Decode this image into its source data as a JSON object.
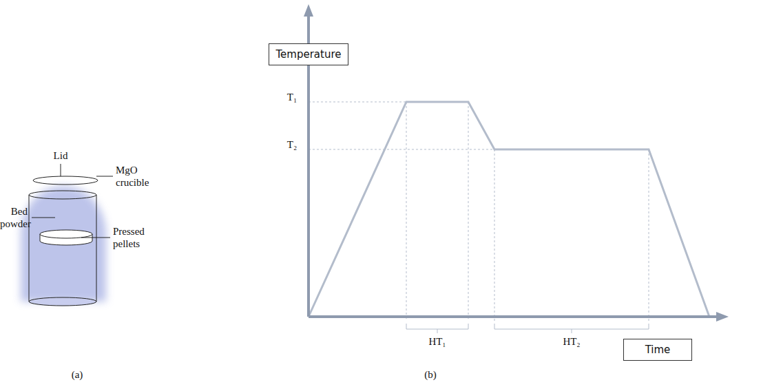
{
  "diagram": {
    "nodes": [
      {
        "text": [
          "Temperature"
        ]
      },
      {
        "text": [
          "Time"
        ]
      }
    ],
    "labels": [
      "Lid",
      "MgO crucible",
      "Bed powder",
      "Pressed pellets",
      "(a)",
      "T₁",
      "T₂",
      "HT₁",
      "HT₂",
      "(b)"
    ]
  }
}
